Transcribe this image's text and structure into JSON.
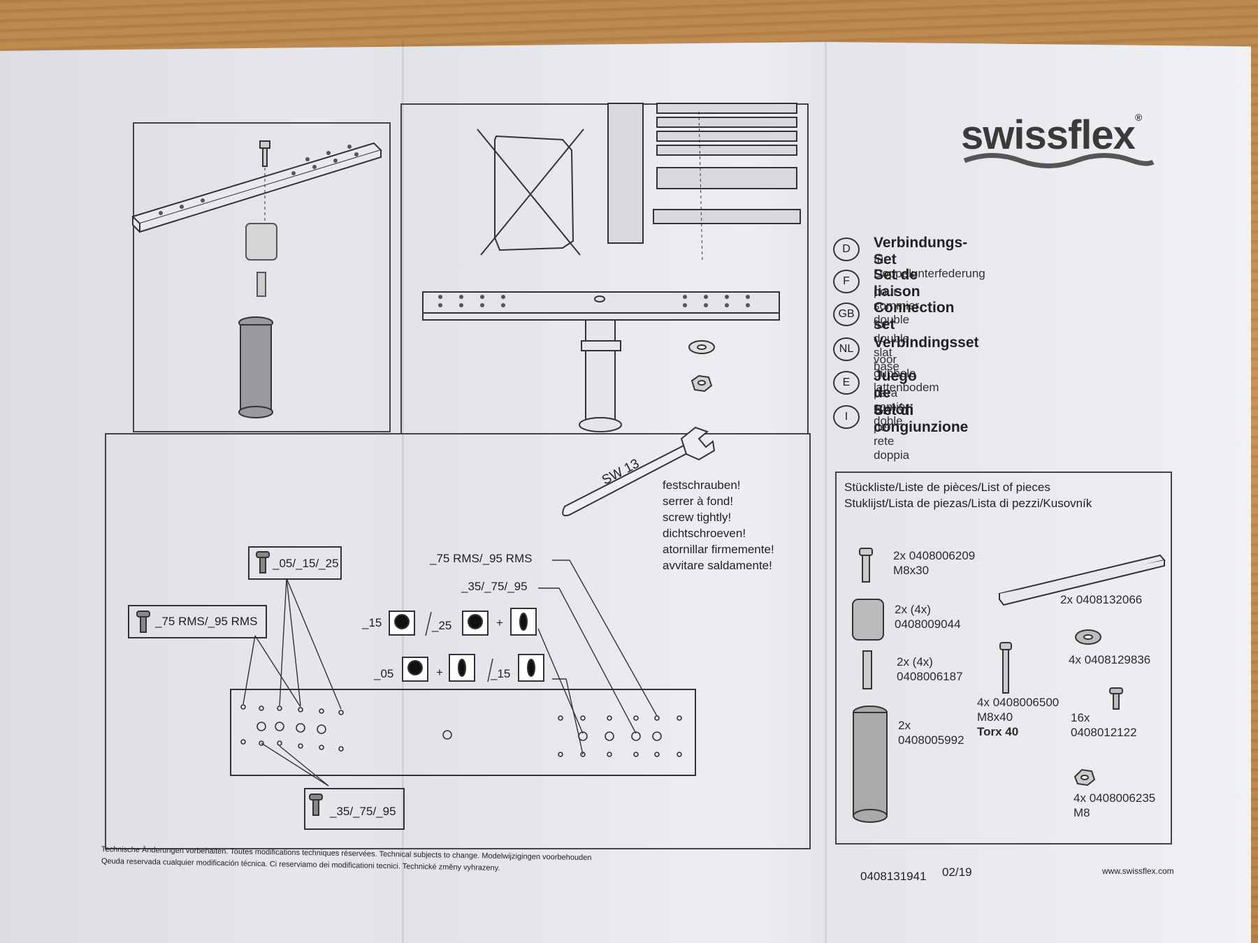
{
  "brand": {
    "name": "swissflex",
    "reg": "®"
  },
  "languages": [
    {
      "code": "D",
      "title": "Verbindungs-Set",
      "subtitle": "für Doppelunterfederung"
    },
    {
      "code": "F",
      "title": "Set de liaison",
      "subtitle": "pour sommier double"
    },
    {
      "code": "GB",
      "title": "Connection set",
      "subtitle": "for double slat base"
    },
    {
      "code": "NL",
      "title": "Verbindingsset",
      "subtitle": "voor dubbele lattenbodem"
    },
    {
      "code": "E",
      "title": "Juego de unión",
      "subtitle": "para somier doble"
    },
    {
      "code": "I",
      "title": "Set di congiunzione",
      "subtitle": "per rete doppia"
    }
  ],
  "parts_list": {
    "heading_1": "Stückliste/Liste de pièces/List of pieces",
    "heading_2": "Stuklijst/Lista de piezas/Lista di pezzi/Kusovník",
    "items": [
      {
        "qty": "2x",
        "code": "0408006209",
        "spec": "M8x30"
      },
      {
        "qty": "2x (4x)",
        "code": "0408009044",
        "spec": ""
      },
      {
        "qty": "2x (4x)",
        "code": "0408006187",
        "spec": ""
      },
      {
        "qty": "2x",
        "code": "0408005992",
        "spec": ""
      },
      {
        "qty": "2x",
        "code": "0408132066",
        "spec": ""
      },
      {
        "qty": "4x",
        "code": "0408129836",
        "spec": ""
      },
      {
        "qty": "4x",
        "code": "0408006500",
        "spec": "M8x40",
        "spec2": "Torx 40"
      },
      {
        "qty": "16x",
        "code": "0408012122",
        "spec": ""
      },
      {
        "qty": "4x",
        "code": "0408006235",
        "spec": "M8"
      }
    ]
  },
  "instructions": {
    "wrench": "SW 13",
    "tighten": [
      "festschrauben!",
      "serrer à fond!",
      "screw tightly!",
      "dichtschroeven!",
      "atornillar firmemente!",
      "avvitare saldamente!"
    ]
  },
  "hole_labels": {
    "a": "_05/_15/_25",
    "b": "_75 RMS/_95 RMS",
    "c": "_35/_75/_95",
    "d": "_75 RMS/_95 RMS",
    "e": "_35/_75/_95",
    "f": "_15",
    "g": "_25",
    "h": "_05",
    "i": "_15",
    "plus": "+"
  },
  "footer": {
    "line1": "Technische Änderungen vorbehalten. Toutes modifications techniques réservées. Technical subjects to change. Modelwijzigingen voorbehouden",
    "line2": "Qeuda reservada cualquier modificación técnica. Ci reserviamo dei modificationi tecnici. Technické změny vyhrazeny.",
    "doc_number": "0408131941",
    "date": "02/19",
    "website": "www.swissflex.com"
  }
}
